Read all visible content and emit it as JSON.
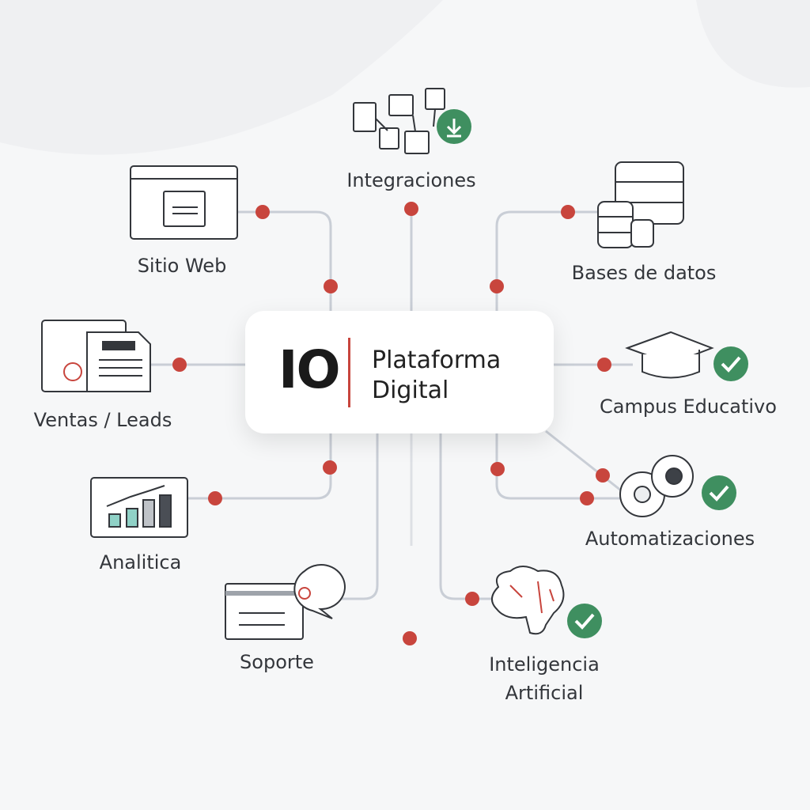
{
  "center": {
    "logo": "IO",
    "title_line1": "Plataforma",
    "title_line2": "Digital"
  },
  "nodes": {
    "integraciones": "Integraciones",
    "sitio_web": "Sitio Web",
    "bases_de_datos": "Bases de datos",
    "ventas_leads": "Ventas / Leads",
    "campus_educativo": "Campus Educativo",
    "analitica": "Analitica",
    "automatizaciones": "Automatizaciones",
    "soporte": "Soporte",
    "ia_line1": "Inteligencia",
    "ia_line2": "Artificial"
  },
  "colors": {
    "accent": "#c8453d",
    "line": "#c9ced6",
    "check": "#3f8f60"
  }
}
